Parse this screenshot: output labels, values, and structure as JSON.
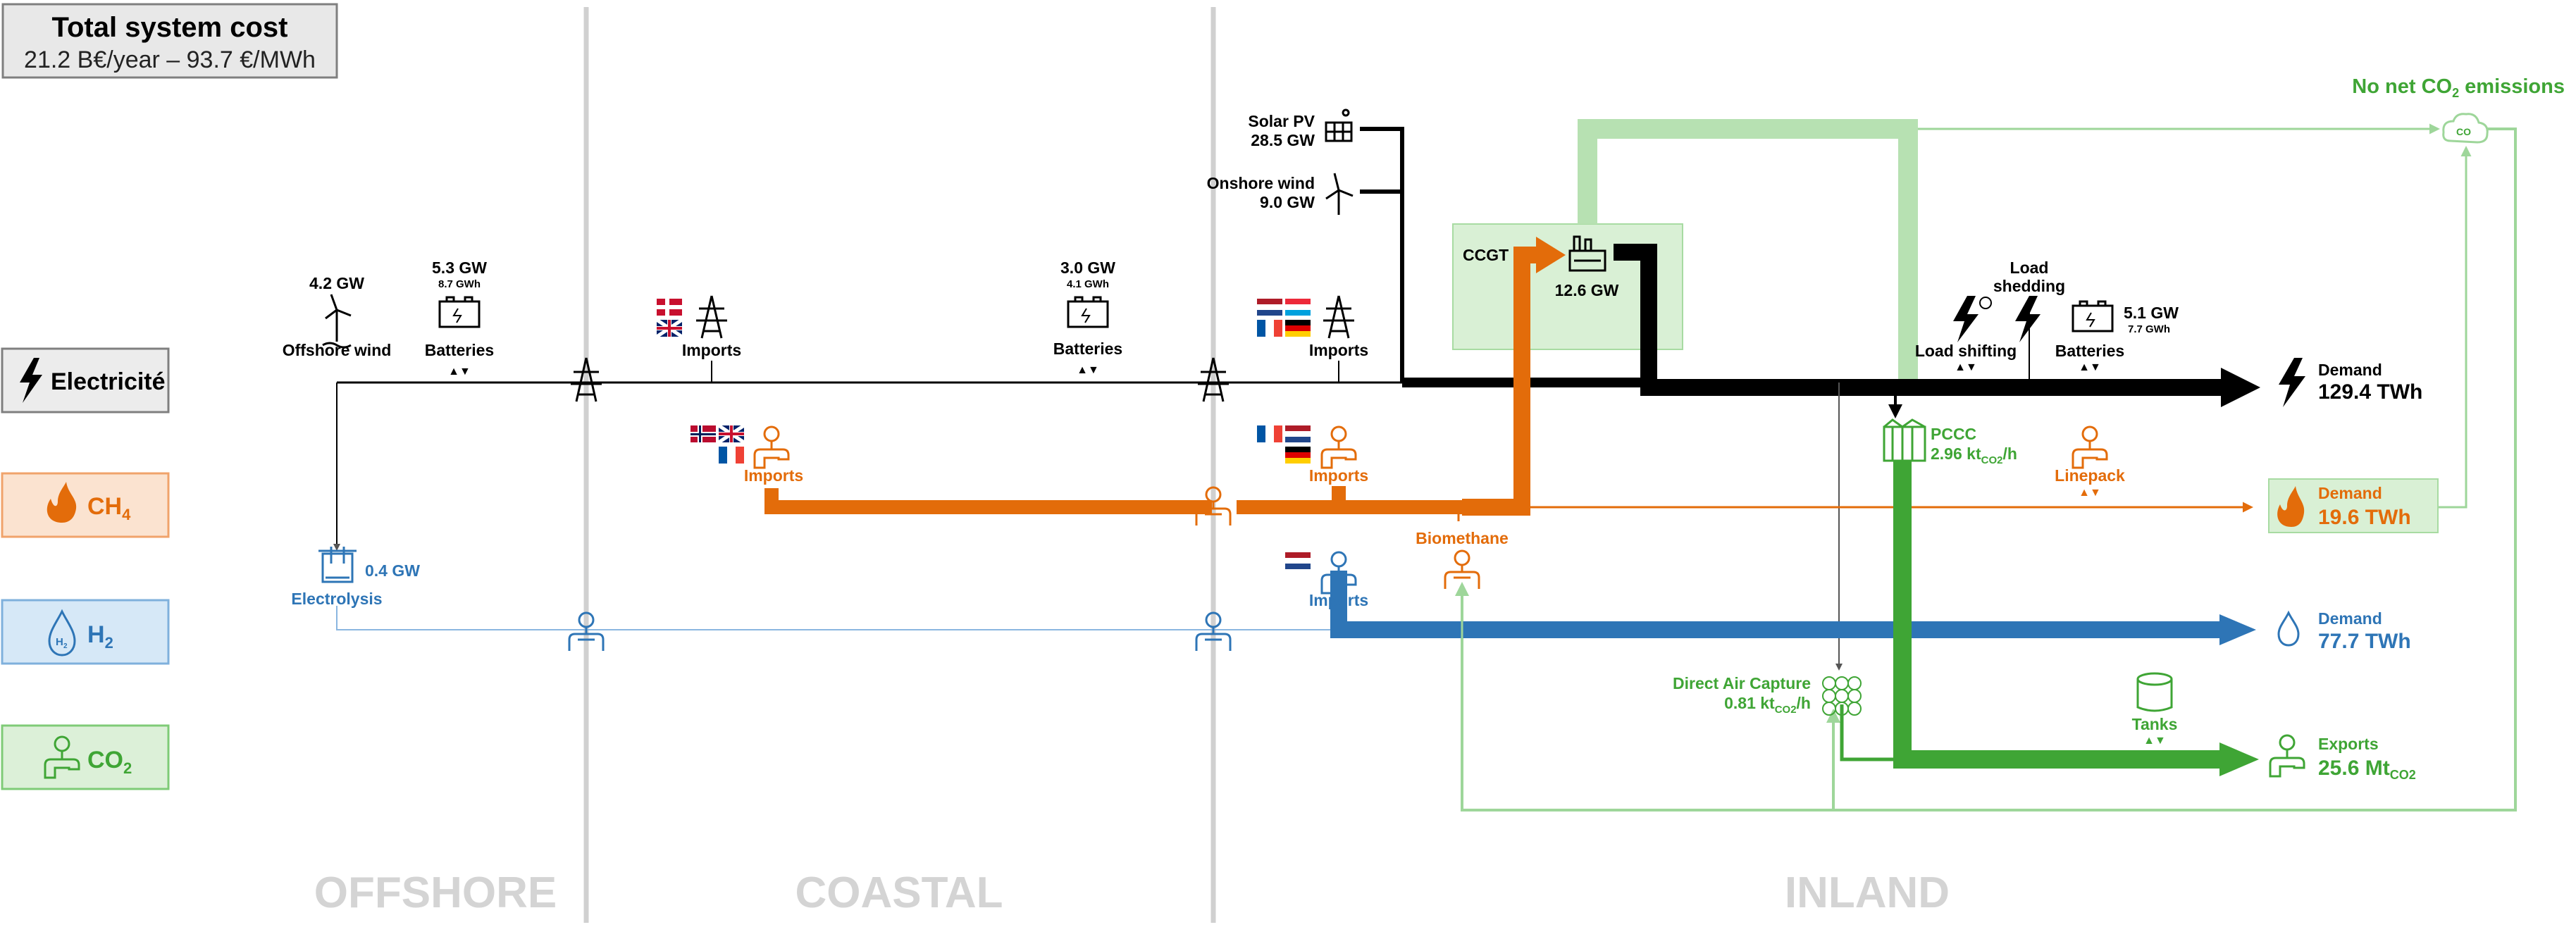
{
  "summary": {
    "title": "Total system cost",
    "subtitle": "21.2 B€/year – 93.7 €/MWh"
  },
  "legend": {
    "electricity": "Electricité",
    "ch4": {
      "main": "CH",
      "sub": "4"
    },
    "h2": {
      "main": "H",
      "sub": "2"
    },
    "co2": {
      "main": "CO",
      "sub": "2"
    }
  },
  "regions": {
    "offshore": "OFFSHORE",
    "coastal": "COASTAL",
    "inland": "INLAND"
  },
  "offshore": {
    "wind_capacity": "4.2 GW",
    "wind_label": "Offshore wind",
    "battery_power": "5.3 GW",
    "battery_energy": "8.7 GWh",
    "battery_label": "Batteries",
    "electrolysis_capacity": "0.4 GW",
    "electrolysis_label": "Electrolysis"
  },
  "coastal": {
    "elec_imports_label": "Imports",
    "battery_power": "3.0 GW",
    "battery_energy": "4.1 GWh",
    "battery_label": "Batteries",
    "gas_imports_label": "Imports"
  },
  "inland": {
    "solar_label": "Solar PV",
    "solar_capacity": "28.5 GW",
    "onshore_label": "Onshore wind",
    "onshore_capacity": "9.0 GW",
    "elec_imports_label": "Imports",
    "gas_imports_label": "Imports",
    "h2_imports_label": "Imports",
    "ccgt_label": "CCGT",
    "ccgt_capacity": "12.6 GW",
    "biomethane_label": "Biomethane",
    "load_shifting_label": "Load shifting",
    "load_shedding_line1": "Load",
    "load_shedding_line2": "shedding",
    "battery_power": "5.1 GW",
    "battery_energy": "7.7 GWh",
    "battery_label": "Batteries",
    "pccc_label": "PCCC",
    "pccc_value": "2.96 kt",
    "pccc_sub": "CO2",
    "pccc_unit": "/h",
    "linepack_label": "Linepack",
    "dac_label": "Direct Air Capture",
    "dac_value": "0.81 kt",
    "dac_sub": "CO2",
    "dac_unit": "/h",
    "tanks_label": "Tanks"
  },
  "demand": {
    "label": "Demand",
    "electricity": "129.4 TWh",
    "ch4": "19.6 TWh",
    "h2": "77.7 TWh",
    "exports_label": "Exports",
    "exports_value": "25.6 Mt",
    "exports_sub": "CO2"
  },
  "net_zero": {
    "main": "No net CO",
    "sub": "2",
    "tail": " emissions"
  },
  "colors": {
    "electricity": "#000000",
    "ch4": "#e36c0a",
    "h2": "#2e75b6",
    "co2": "#3fa535",
    "co2_light": "#b7e1b2",
    "ch4_box": "#fbe3d0",
    "h2_box": "#d6e8f7",
    "co2_box": "#dcf0d8",
    "region_text": "#d4d4d4"
  }
}
